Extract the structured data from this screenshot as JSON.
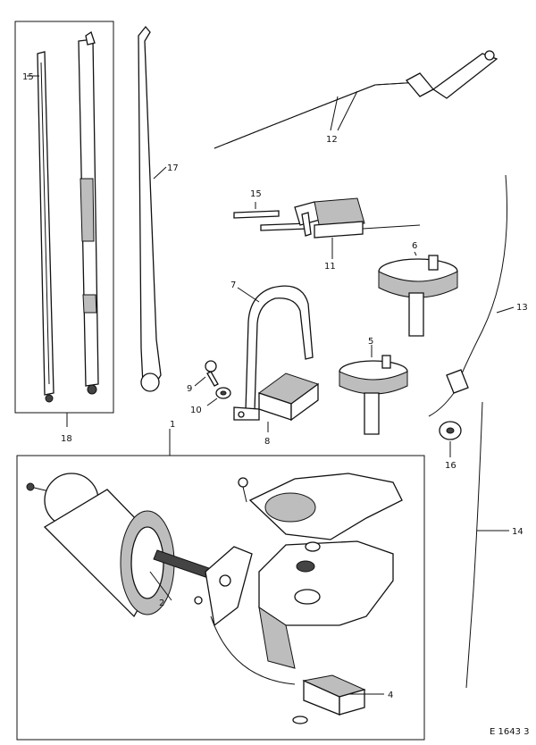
{
  "figure_code": "E 1643 3",
  "callouts": [
    {
      "id": "c2",
      "text": "2"
    },
    {
      "id": "c4",
      "text": "4"
    },
    {
      "id": "c5",
      "text": "5"
    },
    {
      "id": "c6",
      "text": "6"
    },
    {
      "id": "c7",
      "text": "7"
    },
    {
      "id": "c8",
      "text": "8"
    },
    {
      "id": "c9",
      "text": "9"
    },
    {
      "id": "c10",
      "text": "10"
    },
    {
      "id": "c11",
      "text": "11"
    },
    {
      "id": "c12",
      "text": "12"
    },
    {
      "id": "c13",
      "text": "13"
    },
    {
      "id": "c14",
      "text": "14"
    },
    {
      "id": "c15a",
      "text": "15"
    },
    {
      "id": "c15b",
      "text": "15"
    },
    {
      "id": "c16",
      "text": "16"
    },
    {
      "id": "c17",
      "text": "17"
    },
    {
      "id": "c18",
      "text": "18"
    },
    {
      "id": "c1",
      "text": "1"
    }
  ]
}
